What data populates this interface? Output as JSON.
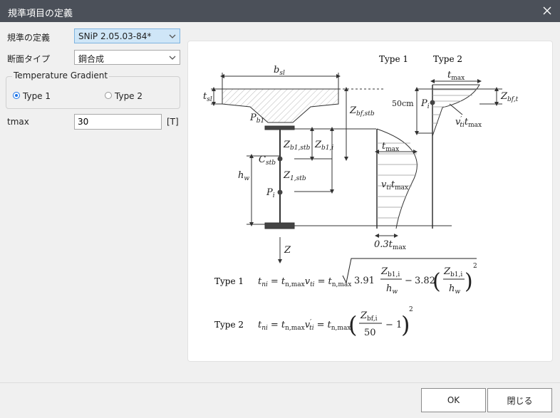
{
  "window": {
    "title": "規準項目の定義"
  },
  "form": {
    "standard_label": "規準の定義",
    "standard_value": "SNiP 2.05.03-84*",
    "section_type_label": "断面タイプ",
    "section_type_value": "鋼合成",
    "temperature_gradient": {
      "title": "Temperature Gradient",
      "options": [
        {
          "label": "Type 1",
          "selected": true
        },
        {
          "label": "Type 2",
          "selected": false
        }
      ]
    },
    "tmax_label": "tmax",
    "tmax_value": "30",
    "tmax_unit": "[T]"
  },
  "diagram": {
    "type1_heading": "Type 1",
    "type2_heading": "Type 2",
    "labels": {
      "bsl": "b",
      "bsl_sub": "sl",
      "tsl": "t",
      "tsl_sub": "sl",
      "pb1": "P",
      "pb1_sub": "b1",
      "zbfstb": "Z",
      "zbfstb_sub": "bf,stb",
      "zb1stb": "Z",
      "zb1stb_sub": "b1,stb",
      "zb1i": "Z",
      "zb1i_sub": "b1,i",
      "cstb": "C",
      "cstb_sub": "stb",
      "z1stb": "Z",
      "z1stb_sub": "1,stb",
      "hw": "h",
      "hw_sub": "w",
      "pi": "P",
      "pi_sub": "i",
      "z_axis": "Z",
      "tmax1": "t",
      "tmax1_sub": "max",
      "vti_tmax": "v",
      "vti_sub": "ti",
      "vti_t": "t",
      "vti_tsub": "max",
      "bottom_03": "0.3t",
      "bottom_03_sub": "max",
      "fifty_cm": "50cm",
      "pi2": "P",
      "pi2_sub": "i",
      "tmax2": "t",
      "tmax2_sub": "max",
      "zbft": "Z",
      "zbft_sub": "bf,t",
      "vpti": "v",
      "vpti_sub": "ti",
      "vpti_prime": "′",
      "vpti_t": "t",
      "vpti_tsub": "max"
    },
    "formula1": {
      "label": "Type 1",
      "lhs": "t",
      "lhs_sub": "ni",
      "eq": "=",
      "t1": "t",
      "t1_sub": "n,max",
      "v1": "v",
      "v1_sub": "ti",
      "t2": "t",
      "t2_sub": "n,max",
      "coef1": "3.91",
      "num1": "Z",
      "num1_sub": "b1,i",
      "den1": "h",
      "den1_sub": "w",
      "minus": "−",
      "coef2": "3.82",
      "num2": "Z",
      "num2_sub": "b1,i",
      "den2": "h",
      "den2_sub": "w",
      "exp": "2"
    },
    "formula2": {
      "label": "Type 2",
      "lhs": "t",
      "lhs_sub": "ni",
      "eq": "=",
      "t1": "t",
      "t1_sub": "n,max",
      "v1": "v",
      "v1_prime": "′",
      "v1_sub": "ti",
      "t2": "t",
      "t2_sub": "n,max",
      "num": "Z",
      "num_sub": "bf,i",
      "den": "50",
      "minus_one": "− 1",
      "exp": "2"
    }
  },
  "buttons": {
    "ok": "OK",
    "close": "閉じる"
  },
  "colors": {
    "titlebar": "#4b5059",
    "accent": "#1a73e8",
    "combo_selected": "#cfe6f7"
  }
}
